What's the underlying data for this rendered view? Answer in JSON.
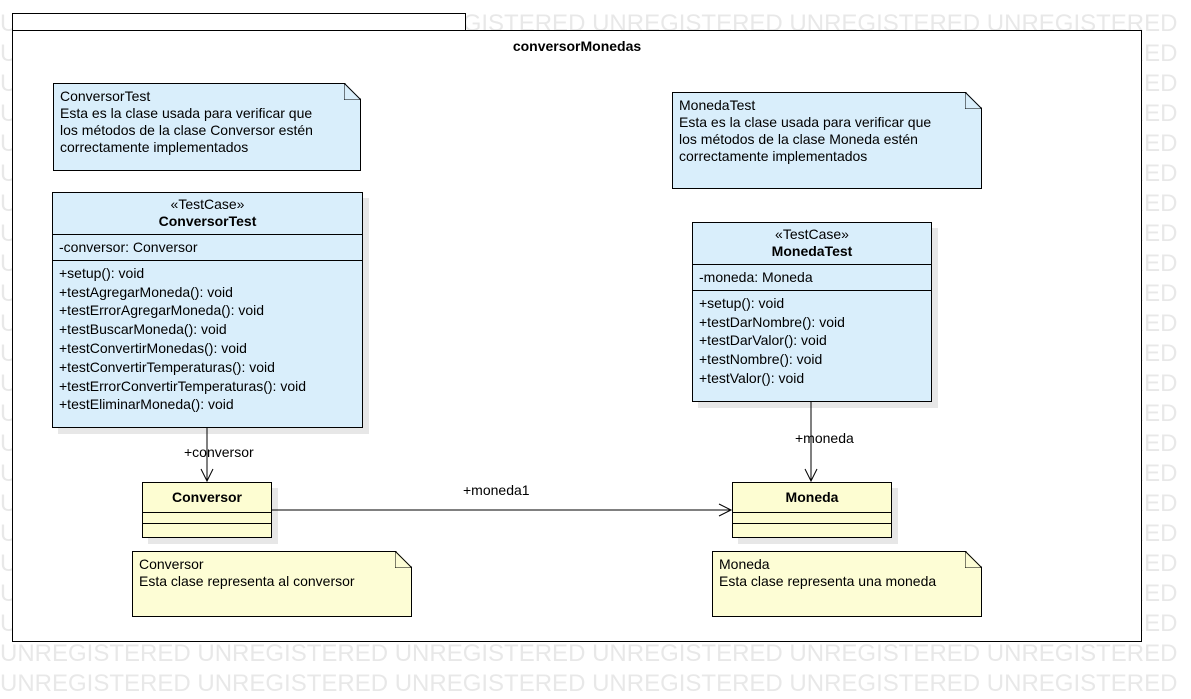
{
  "watermark": "UNREGISTERED UNREGISTERED UNREGISTERED UNREGISTERED UNREGISTERED UNREGISTERED",
  "package": {
    "name": "conversorMonedas"
  },
  "notes": {
    "conversor_test": {
      "title": "ConversorTest",
      "lines": [
        "Esta es la clase usada para verificar que",
        "los métodos de la clase Conversor estén",
        "correctamente implementados"
      ]
    },
    "moneda_test": {
      "title": "MonedaTest",
      "lines": [
        "Esta es la clase usada para verificar que",
        "los métodos de la clase Moneda estén",
        "correctamente implementados"
      ]
    },
    "conversor": {
      "title": "Conversor",
      "lines": [
        "Esta clase representa al conversor"
      ]
    },
    "moneda": {
      "title": "Moneda",
      "lines": [
        "Esta clase representa una moneda"
      ]
    }
  },
  "classes": {
    "conversor_test": {
      "stereotype": "«TestCase»",
      "name": "ConversorTest",
      "attributes": [
        "-conversor: Conversor"
      ],
      "operations": [
        "+setup(): void",
        "+testAgregarMoneda(): void",
        "+testErrorAgregarMoneda(): void",
        "+testBuscarMoneda(): void",
        "+testConvertirMonedas(): void",
        "+testConvertirTemperaturas(): void",
        "+testErrorConvertirTemperaturas(): void",
        "+testEliminarMoneda(): void"
      ]
    },
    "moneda_test": {
      "stereotype": "«TestCase»",
      "name": "MonedaTest",
      "attributes": [
        "-moneda: Moneda"
      ],
      "operations": [
        "+setup(): void",
        "+testDarNombre(): void",
        "+testDarValor(): void",
        "+testNombre(): void",
        "+testValor(): void"
      ]
    },
    "conversor": {
      "name": "Conversor"
    },
    "moneda": {
      "name": "Moneda"
    }
  },
  "associations": {
    "conversor_test_to_conversor": "+conversor",
    "moneda_test_to_moneda": "+moneda",
    "conversor_to_moneda": "+moneda1"
  },
  "colors": {
    "test_fill": "#d9eefb",
    "domain_fill": "#fdfdd2",
    "line": "#000000"
  }
}
